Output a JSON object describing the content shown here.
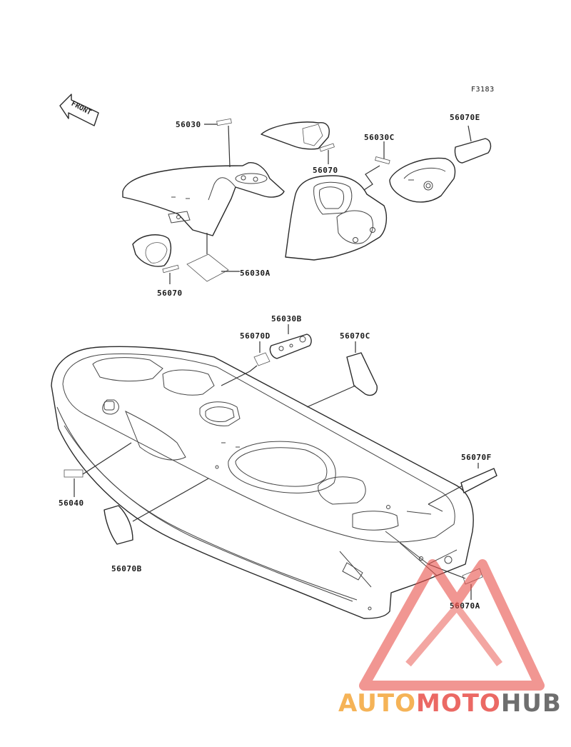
{
  "figure_code": "F3183",
  "front_arrow_label": "FRONT",
  "parts": {
    "p56030": "56030",
    "p56070_top": "56070",
    "p56030C": "56030C",
    "p56070E": "56070E",
    "p56070_left": "56070",
    "p56030A": "56030A",
    "p56030B": "56030B",
    "p56070D": "56070D",
    "p56070C": "56070C",
    "p56040": "56040",
    "p56070F": "56070F",
    "p56070B": "56070B",
    "p56070A": "56070A"
  },
  "watermark": {
    "part1": "AUTO",
    "part2": "MOTO",
    "part3": "HUB",
    "color_orange": "#f4a63a",
    "color_red": "#e8504a",
    "color_gray": "#555555"
  }
}
